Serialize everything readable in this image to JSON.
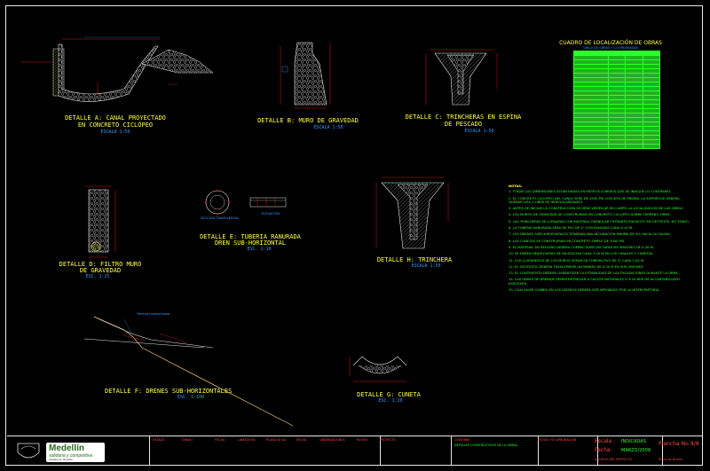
{
  "details": {
    "a": {
      "title": "DETALLE A: CANAL PROYECTADO",
      "title2": "EN CONCRETO CICLÓPEO",
      "scale": "ESCALA 1:50"
    },
    "b": {
      "title": "DETALLE B: MURO DE GRAVEDAD",
      "scale": "ESCALA 1:50"
    },
    "c": {
      "title": "DETALLE C: TRINCHERAS EN ESPINA",
      "title2": "DE PESCADO",
      "scale": "ESCALA 1:50"
    },
    "d": {
      "title": "DETALLE D: FILTRO MURO",
      "title2": "DE GRAVEDAD",
      "scale": "ESC. 1:25"
    },
    "e": {
      "title": "DETALLE E: TUBERIA RANURADA",
      "title2": "DREN SUB-HORIZONTAL",
      "scale": "ESC. 1:10",
      "sub1": "SECCION TRANSVERSAL",
      "sub2": "ELEVACION"
    },
    "f": {
      "title": "DETALLE F: DRENES SUB-HORIZONTALES",
      "scale": "ESC. 1:100",
      "callout": "Terreno meteorizado"
    },
    "g": {
      "title": "DETALLE G: CUNETA",
      "scale": "ESC. 1:20"
    },
    "h": {
      "title": "DETALLE H: TRINCHERA",
      "scale": "ESCALA 1:50"
    }
  },
  "location_table": {
    "title": "CUADRO DE LOCALIZACIÓN DE OBRAS",
    "subtitle": "TABLA DE OBRAS Y COORDENADAS"
  },
  "notes": {
    "heading": "NOTAS:",
    "items": [
      "1. TODAS LAS DIMENSIONES ESTAN DADAS EN METROS A MENOS QUE SE INDIQUE LO CONTRARIO.",
      "2. EL CONCRETO CICLOPEO DEL CANAL SERA DE 2500 PSI CON 40% DE PIEDRA. LA SUPERFICIE DEBERA QUEDAR LISA Y LIBRE DE IRREGULARIDADES.",
      "3. ANTES DE INICIAR LA CONSTRUCCION SE DEBE VERIFICAR EN CAMPO LA LOCALIZACION DE LAS OBRAS.",
      "4. LOS MUROS DE GRAVEDAD SE CONSTRUIRAN EN CONCRETO CICLOPEO SOBRE TERRENO FIRME.",
      "5. LAS TRINCHERAS SE LLENARAN CON MATERIAL GRANULAR FILTRANTE ENVUELTO EN GEOTEXTIL NO TEJIDO.",
      "6. LA TUBERIA RANURADA SERA DE PVC DE 2\" CON RANURAS CADA 0.10 M.",
      "7. LOS DRENES SUB-HORIZONTALES TENDRAN UNA INCLINACION MINIMA DE 5% HACIA LA SALIDA.",
      "8. LAS CUNETAS SE CONSTRUIRAN EN CONCRETO SIMPLE DE 3000 PSI.",
      "9. EL MATERIAL DE RELLENO DEBERA COMPACTARSE EN CAPAS NO MAYORES DE 0.20 M.",
      "10. SE DEBEN DEJAR JUNTAS DE DILATACION CADA 3.00 M EN LOS CANALES Y CUNETAS.",
      "11. LOS LLORADEROS DE LOS MUROS SERAN EN TUBERIA PVC DE 3\" CADA 2.00 M.",
      "12. EL GEOTEXTIL DEBERA TRASLAPARSE UN MINIMO DE 0.30 M EN SUS UNIONES.",
      "13. EL CONTRATISTA DEBERA GARANTIZAR LA ESTABILIDAD DE LAS EXCAVACIONES DURANTE LA OBRA.",
      "14. LAS OBRAS DE DRENAJE DEBEN ENTREGAR A CAUCES NATURALES O A LA RED DE ALCANTARILLADO EXISTENTE.",
      "15. CUALQUIER CAMBIO EN LOS DISEÑOS DEBERA SER APROBADO POR LA INTERVENTORIA."
    ]
  },
  "title_block": {
    "org_name": "Medellín",
    "org_tagline": "solidaria y competitiva",
    "org_sub": "Alcaldía de Medellín",
    "headers": [
      "ESTADO",
      "DIBUJO",
      "FECHA",
      "LIBRETA No.",
      "PLANCHA No.",
      "FECHA",
      "OBSERVACIONES",
      "REVISO"
    ],
    "project_label": "PROYECTO",
    "contents_label": "CONTIENE",
    "contents_value": "DETALLES CONSTRUCTIVOS DE LA OBRAS",
    "approved_label": "REVISO Y/O APROBACIÓN",
    "escala_label": "Escala :",
    "escala_value": "INDICADAS",
    "fecha_label": "Fecha:",
    "fecha_value": "MARZO/2009",
    "plancha_label": "Plancha No.",
    "plancha_value": "8/8",
    "file_label": "ARCHIVO DEL PROYECTO",
    "designer_label": "Plano de Diseño"
  },
  "colors": {
    "background": "#000000",
    "title": "#ffff3c",
    "annotation": "#2f9cff",
    "notes": "#2eff2e",
    "dimension": "#ff2020"
  }
}
